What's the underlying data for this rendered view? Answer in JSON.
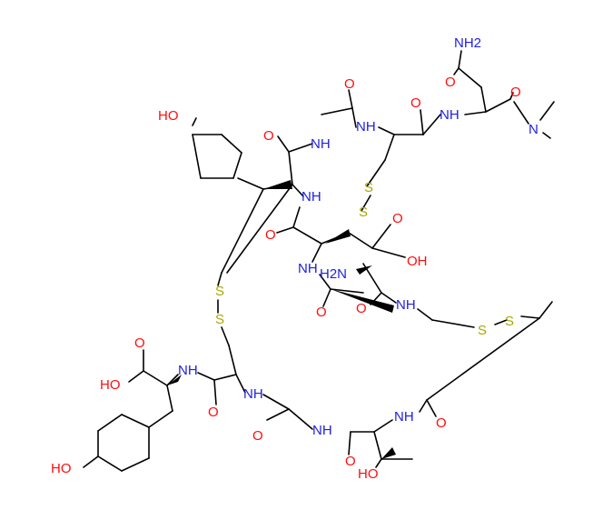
{
  "colors": {
    "bond": "#000000",
    "oxygen": "#ff0d0d",
    "nitrogen": "#2020e0",
    "sulfur": "#a8a800",
    "carbon": "#000000"
  },
  "labels": [
    {
      "id": "nh2-top",
      "text": "NH2",
      "el": "nitrogen"
    },
    {
      "id": "o-asn-side",
      "text": "O",
      "el": "oxygen"
    },
    {
      "id": "o-asn-bb",
      "text": "O",
      "el": "oxygen"
    },
    {
      "id": "nh-asn",
      "text": "NH",
      "el": "nitrogen"
    },
    {
      "id": "o-cys-top",
      "text": "O",
      "el": "oxygen"
    },
    {
      "id": "nh-cys-top",
      "text": "NH",
      "el": "nitrogen"
    },
    {
      "id": "o-pro",
      "text": "O",
      "el": "oxygen"
    },
    {
      "id": "n-pro",
      "text": "N",
      "el": "nitrogen"
    },
    {
      "id": "ho-tyr-top",
      "text": "HO",
      "el": "oxygen"
    },
    {
      "id": "o-tyr-a",
      "text": "O",
      "el": "oxygen"
    },
    {
      "id": "nh-tyr-a",
      "text": "NH",
      "el": "nitrogen"
    },
    {
      "id": "nh-tyr-b",
      "text": "NH",
      "el": "nitrogen"
    },
    {
      "id": "s-a1",
      "text": "S",
      "el": "sulfur"
    },
    {
      "id": "s-a2",
      "text": "S",
      "el": "sulfur"
    },
    {
      "id": "o-glu",
      "text": "O",
      "el": "oxygen"
    },
    {
      "id": "o-cooh-top",
      "text": "O",
      "el": "oxygen"
    },
    {
      "id": "oh-cooh-top",
      "text": "OH",
      "el": "oxygen"
    },
    {
      "id": "nh-mid",
      "text": "NH",
      "el": "nitrogen"
    },
    {
      "id": "h2n-mid",
      "text": "H2N",
      "el": "nitrogen"
    },
    {
      "id": "s-b1",
      "text": "S",
      "el": "sulfur"
    },
    {
      "id": "s-b2",
      "text": "S",
      "el": "sulfur"
    },
    {
      "id": "nh-mid2",
      "text": "NH",
      "el": "nitrogen"
    },
    {
      "id": "o-mid1",
      "text": "O",
      "el": "oxygen"
    },
    {
      "id": "o-mid2",
      "text": "O",
      "el": "oxygen"
    },
    {
      "id": "s-c1",
      "text": "S",
      "el": "sulfur"
    },
    {
      "id": "s-c2",
      "text": "S",
      "el": "sulfur"
    },
    {
      "id": "o-cooh-bot",
      "text": "O",
      "el": "oxygen"
    },
    {
      "id": "ho-cooh-bot",
      "text": "HO",
      "el": "oxygen"
    },
    {
      "id": "nh-tyr-bot",
      "text": "NH",
      "el": "nitrogen"
    },
    {
      "id": "o-cys-bot",
      "text": "O",
      "el": "oxygen"
    },
    {
      "id": "nh-gly",
      "text": "NH",
      "el": "nitrogen"
    },
    {
      "id": "o-gly",
      "text": "O",
      "el": "oxygen"
    },
    {
      "id": "nh-thr",
      "text": "NH",
      "el": "nitrogen"
    },
    {
      "id": "o-thr",
      "text": "O",
      "el": "oxygen"
    },
    {
      "id": "nh-thr2",
      "text": "NH",
      "el": "nitrogen"
    },
    {
      "id": "o-thr2",
      "text": "O",
      "el": "oxygen"
    },
    {
      "id": "ho-thr",
      "text": "HO",
      "el": "oxygen"
    },
    {
      "id": "ho-tyr-bot",
      "text": "HO",
      "el": "oxygen"
    }
  ]
}
